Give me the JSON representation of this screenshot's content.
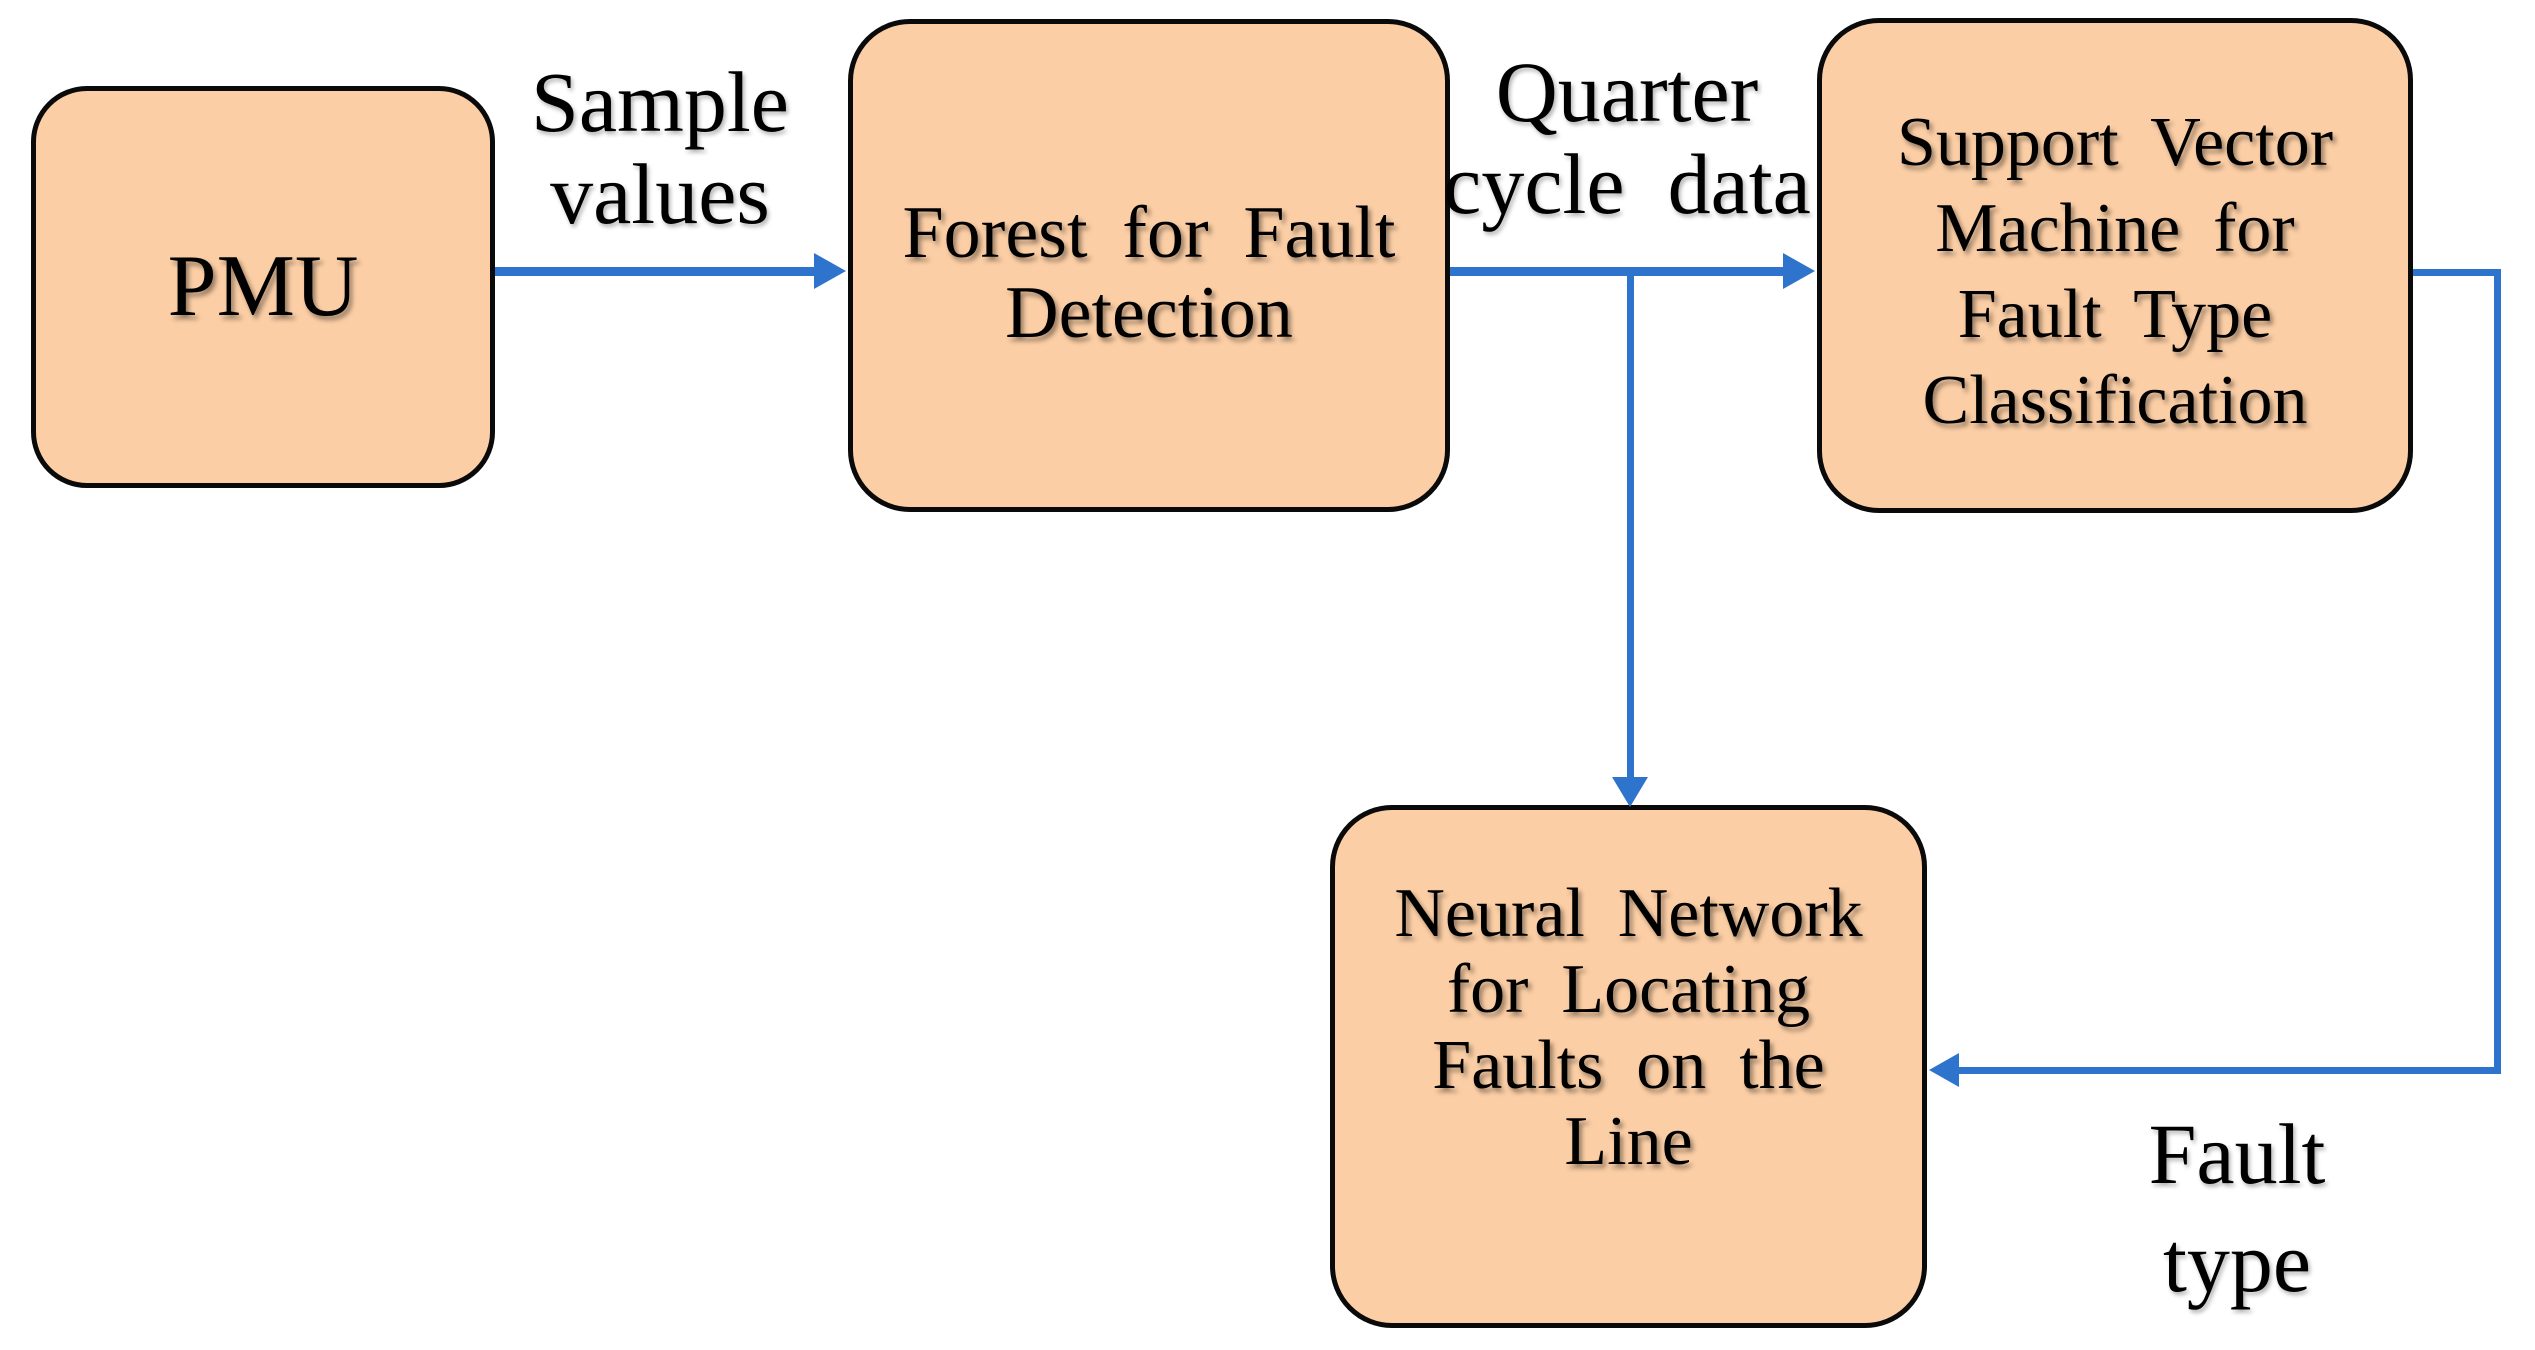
{
  "figure": {
    "type": "flowchart",
    "description": "Fault detection pipeline block diagram"
  },
  "colors": {
    "background": "#FFFFFF",
    "box_fill": "#FBCEA5",
    "box_border": "#0A0A0A",
    "arrow_blue": "#2E74CD",
    "text": "#000000"
  },
  "nodes": {
    "pmu": {
      "lines": [
        "PMU"
      ]
    },
    "forest": {
      "lines": [
        "Forest for Fault",
        "Detection"
      ]
    },
    "svm": {
      "lines": [
        "Support Vector",
        "Machine for",
        "Fault Type",
        "Classification"
      ]
    },
    "nn": {
      "lines": [
        "Neural Network",
        "for Locating",
        "Faults on the",
        "Line"
      ]
    }
  },
  "edge_labels": {
    "sample": {
      "lines": [
        "Sample",
        "values"
      ]
    },
    "quarter": {
      "lines": [
        "Quarter",
        "cycle data"
      ]
    },
    "fault_type": {
      "lines": [
        "Fault",
        "type"
      ]
    }
  },
  "edges": [
    {
      "from": "pmu",
      "to": "forest",
      "label": "Sample values"
    },
    {
      "from": "forest",
      "to": "svm",
      "label": "Quarter cycle data"
    },
    {
      "from": "forest",
      "to": "nn",
      "label": "Quarter cycle data"
    },
    {
      "from": "svm",
      "to": "nn",
      "label": "Fault type"
    }
  ]
}
